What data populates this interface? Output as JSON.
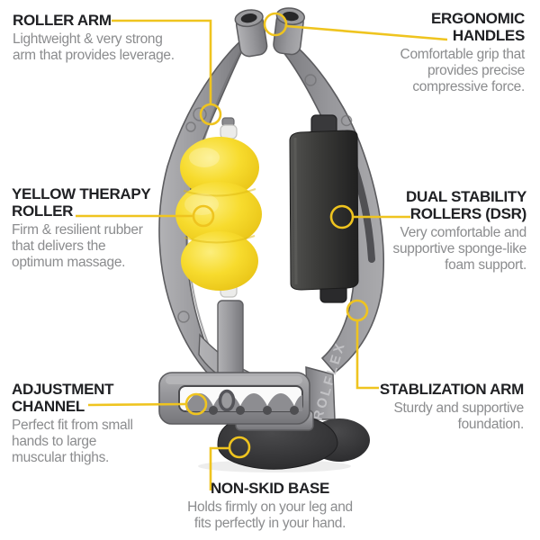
{
  "colors": {
    "accent": "#EFC41F",
    "title_text": "#202124",
    "body_text": "#8B8C8E",
    "plastic_gray": "#96969A",
    "roller_yellow": "#F7DB2D",
    "foam_dark": "#39393B",
    "base_dark": "#2E2E30"
  },
  "product": {
    "brand": "ROLFLEX"
  },
  "callouts": [
    {
      "id": "roller-arm",
      "title": "ROLLER ARM",
      "body": "Lightweight & very strong\narm that provides leverage."
    },
    {
      "id": "ergonomic-handles",
      "title": "ERGONOMIC\nHANDLES",
      "body": "Comfortable grip that\nprovides precise\ncompressive force."
    },
    {
      "id": "yellow-therapy-roller",
      "title": "YELLOW THERAPY\nROLLER",
      "body": "Firm & resilient rubber\nthat delivers the\noptimum massage."
    },
    {
      "id": "dual-stability-rollers",
      "title": "DUAL STABILITY\nROLLERS (DSR)",
      "body": "Very comfortable and\nsupportive sponge-like\nfoam support."
    },
    {
      "id": "adjustment-channel",
      "title": "ADJUSTMENT\nCHANNEL",
      "body": "Perfect fit from small\nhands to large\nmuscular thighs."
    },
    {
      "id": "stablization-arm",
      "title": "STABLIZATION ARM",
      "body": "Sturdy and supportive\nfoundation."
    },
    {
      "id": "non-skid-base",
      "title": "NON-SKID BASE",
      "body": "Holds firmly on your leg and\nfits perfectly in your hand."
    }
  ]
}
